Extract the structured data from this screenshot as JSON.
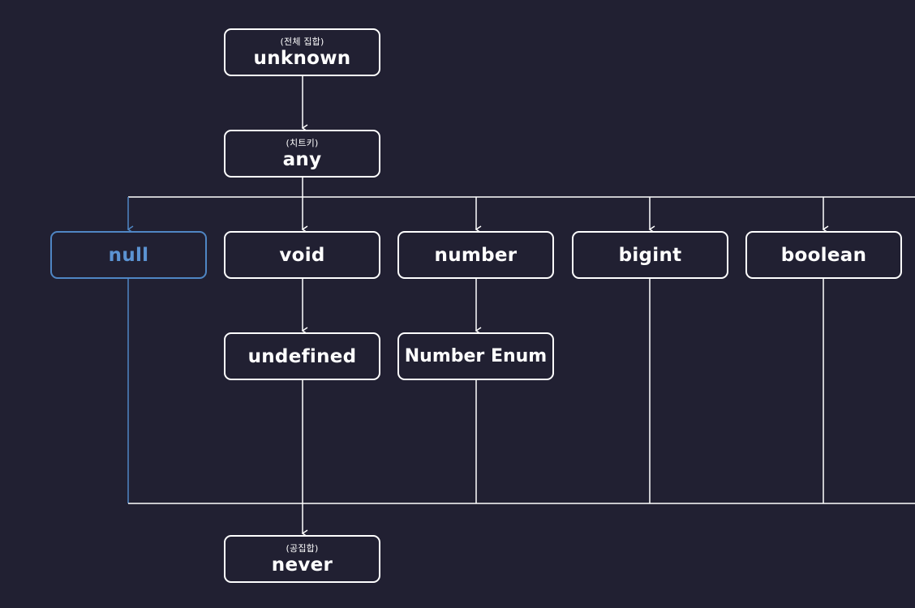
{
  "colors": {
    "background": "#212032",
    "line": "#ffffff",
    "highlight": "#5b93d2"
  },
  "nodes": {
    "unknown": {
      "sub": "(전체 집합)",
      "label": "unknown"
    },
    "any": {
      "sub": "(치트키)",
      "label": "any"
    },
    "null": {
      "label": "null"
    },
    "void": {
      "label": "void"
    },
    "number": {
      "label": "number"
    },
    "bigint": {
      "label": "bigint"
    },
    "boolean": {
      "label": "boolean"
    },
    "undefined": {
      "label": "undefined"
    },
    "numenum": {
      "label": "Number Enum"
    },
    "never": {
      "sub": "(공집합)",
      "label": "never"
    }
  }
}
